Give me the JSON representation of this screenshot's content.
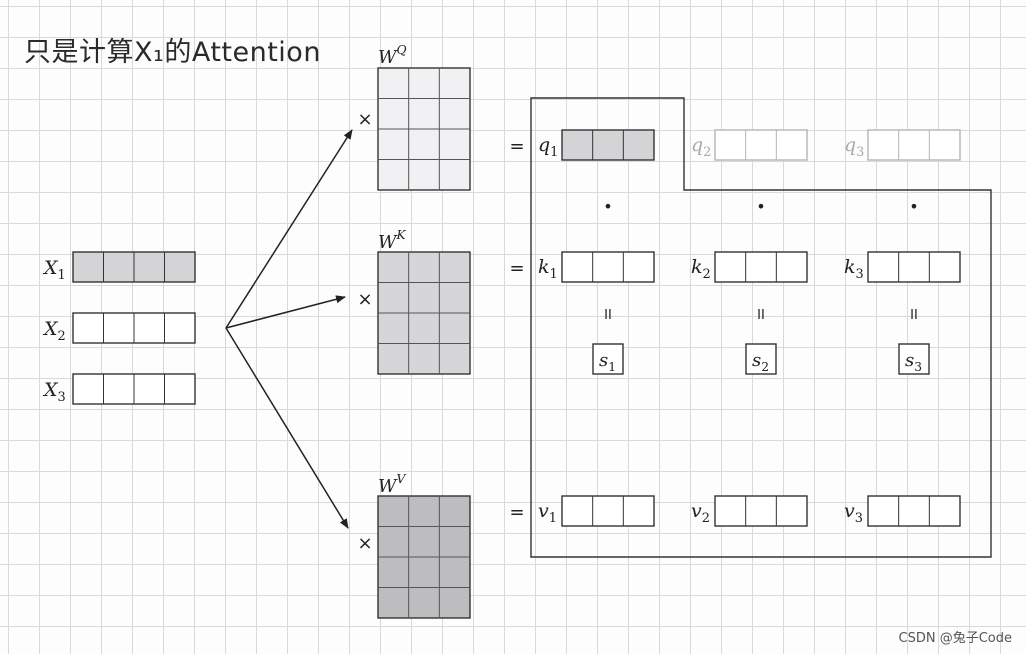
{
  "title": "只是计算X₁的Attention",
  "inputs": [
    {
      "base": "X",
      "sub": "1",
      "highlighted": true
    },
    {
      "base": "X",
      "sub": "2",
      "highlighted": false
    },
    {
      "base": "X",
      "sub": "3",
      "highlighted": false
    }
  ],
  "weights": [
    {
      "base": "W",
      "sup": "Q",
      "fill": "#f1f1f4"
    },
    {
      "base": "W",
      "sup": "K",
      "fill": "#d6d6d9"
    },
    {
      "base": "W",
      "sup": "V",
      "fill": "#bdbdc0"
    }
  ],
  "multiply_symbol": "×",
  "equals_symbol": "=",
  "dot_symbol": "•",
  "equiv_symbol": "II",
  "rows": [
    {
      "items": [
        {
          "base": "q",
          "sub": "1",
          "style": "active-filled"
        },
        {
          "base": "q",
          "sub": "2",
          "style": "faded"
        },
        {
          "base": "q",
          "sub": "3",
          "style": "faded"
        }
      ]
    },
    {
      "items": [
        {
          "base": "k",
          "sub": "1",
          "style": "normal"
        },
        {
          "base": "k",
          "sub": "2",
          "style": "normal"
        },
        {
          "base": "k",
          "sub": "3",
          "style": "normal"
        }
      ]
    },
    {
      "items": [
        {
          "base": "v",
          "sub": "1",
          "style": "normal"
        },
        {
          "base": "v",
          "sub": "2",
          "style": "normal"
        },
        {
          "base": "v",
          "sub": "3",
          "style": "normal"
        }
      ]
    }
  ],
  "scores": [
    {
      "base": "s",
      "sub": "1"
    },
    {
      "base": "s",
      "sub": "2"
    },
    {
      "base": "s",
      "sub": "3"
    }
  ],
  "colors": {
    "x1_fill": "#d4d4d6",
    "q1_fill": "#d4d4d6",
    "stroke": "#333333",
    "faded": "#aaaaaa"
  },
  "watermark": "CSDN @兔子Code"
}
